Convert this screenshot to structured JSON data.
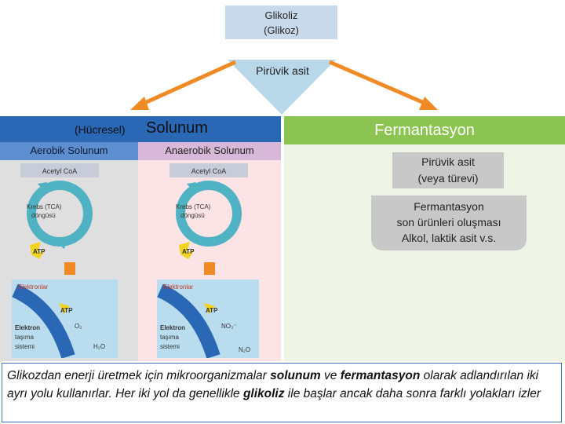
{
  "top": {
    "line1": "Glikoliz",
    "line2": "(Glikoz)"
  },
  "pyruvic": "Pirüvik asit",
  "respiration": {
    "prefix": "(Hücresel)",
    "title": "Solunum",
    "aerobic": "Aerobik Solunum",
    "anaerobic": "Anaerobik Solunum"
  },
  "fermentation": {
    "title": "Fermantasyon",
    "box1_line1": "Pirüvik asit",
    "box1_line2": "(veya türevi)",
    "box2_line1": "Fermantasyon",
    "box2_line2": "son ürünleri oluşması",
    "box2_line3": "Alkol, laktik asit v.s."
  },
  "cycle": {
    "acetyl": "Acetyl CoA",
    "krebs1": "Krebs (TCA)",
    "krebs2": "döngüsü",
    "atp": "ATP"
  },
  "etc": {
    "electrons": "Elektronlar",
    "atp": "ATP",
    "o2": "O₂",
    "h2o": "H₂O",
    "no3": "NO₃⁻",
    "n2o": "N₂O",
    "label1": "Elektron",
    "label2": "taşıma",
    "label3": "sistemi"
  },
  "caption": {
    "p1": "Glikozdan enerji üretmek için mikroorganizmalar ",
    "b1": "solunum",
    "p2": " ve ",
    "b2": "fermantasyon",
    "p3": " olarak adlandırılan iki ayrı yolu kullanırlar. Her iki yol da genellikle ",
    "b3": "glikoliz",
    "p4": " ile başlar ancak daha sonra farklı yolakları izler"
  },
  "colors": {
    "orange": "#f08a24",
    "blue_header": "#2a67b5",
    "green_header": "#8cc451",
    "teal": "#4fb3c3",
    "top_box": "#c9d9ec"
  }
}
